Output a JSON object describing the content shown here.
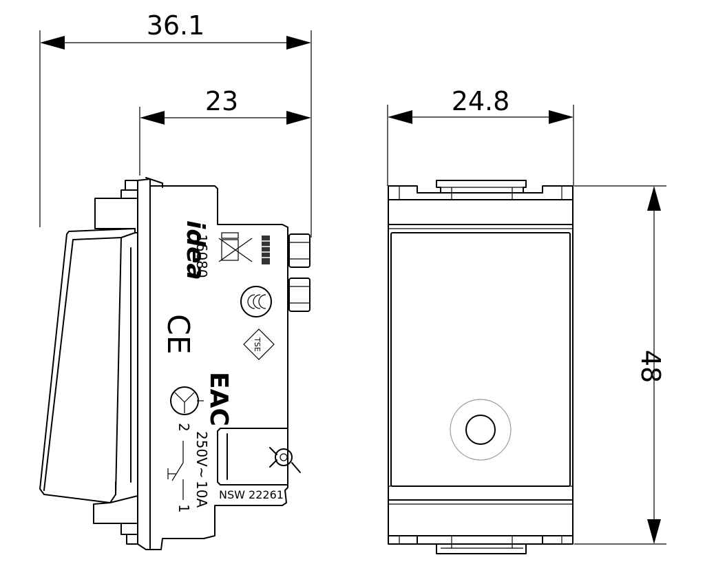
{
  "dimensions": {
    "overall_depth": "36.1",
    "body_depth": "23",
    "width": "24.8",
    "height": "48"
  },
  "side_view": {
    "brand": "idea",
    "article_code": "16080",
    "ce_mark": "CE",
    "eac_mark": "EAC",
    "tse_mark": "TSE",
    "terminal_1": "1",
    "terminal_2": "2",
    "rating_voltage": "250V~",
    "rating_current": "10A",
    "patent_code": "NSW 22261"
  }
}
